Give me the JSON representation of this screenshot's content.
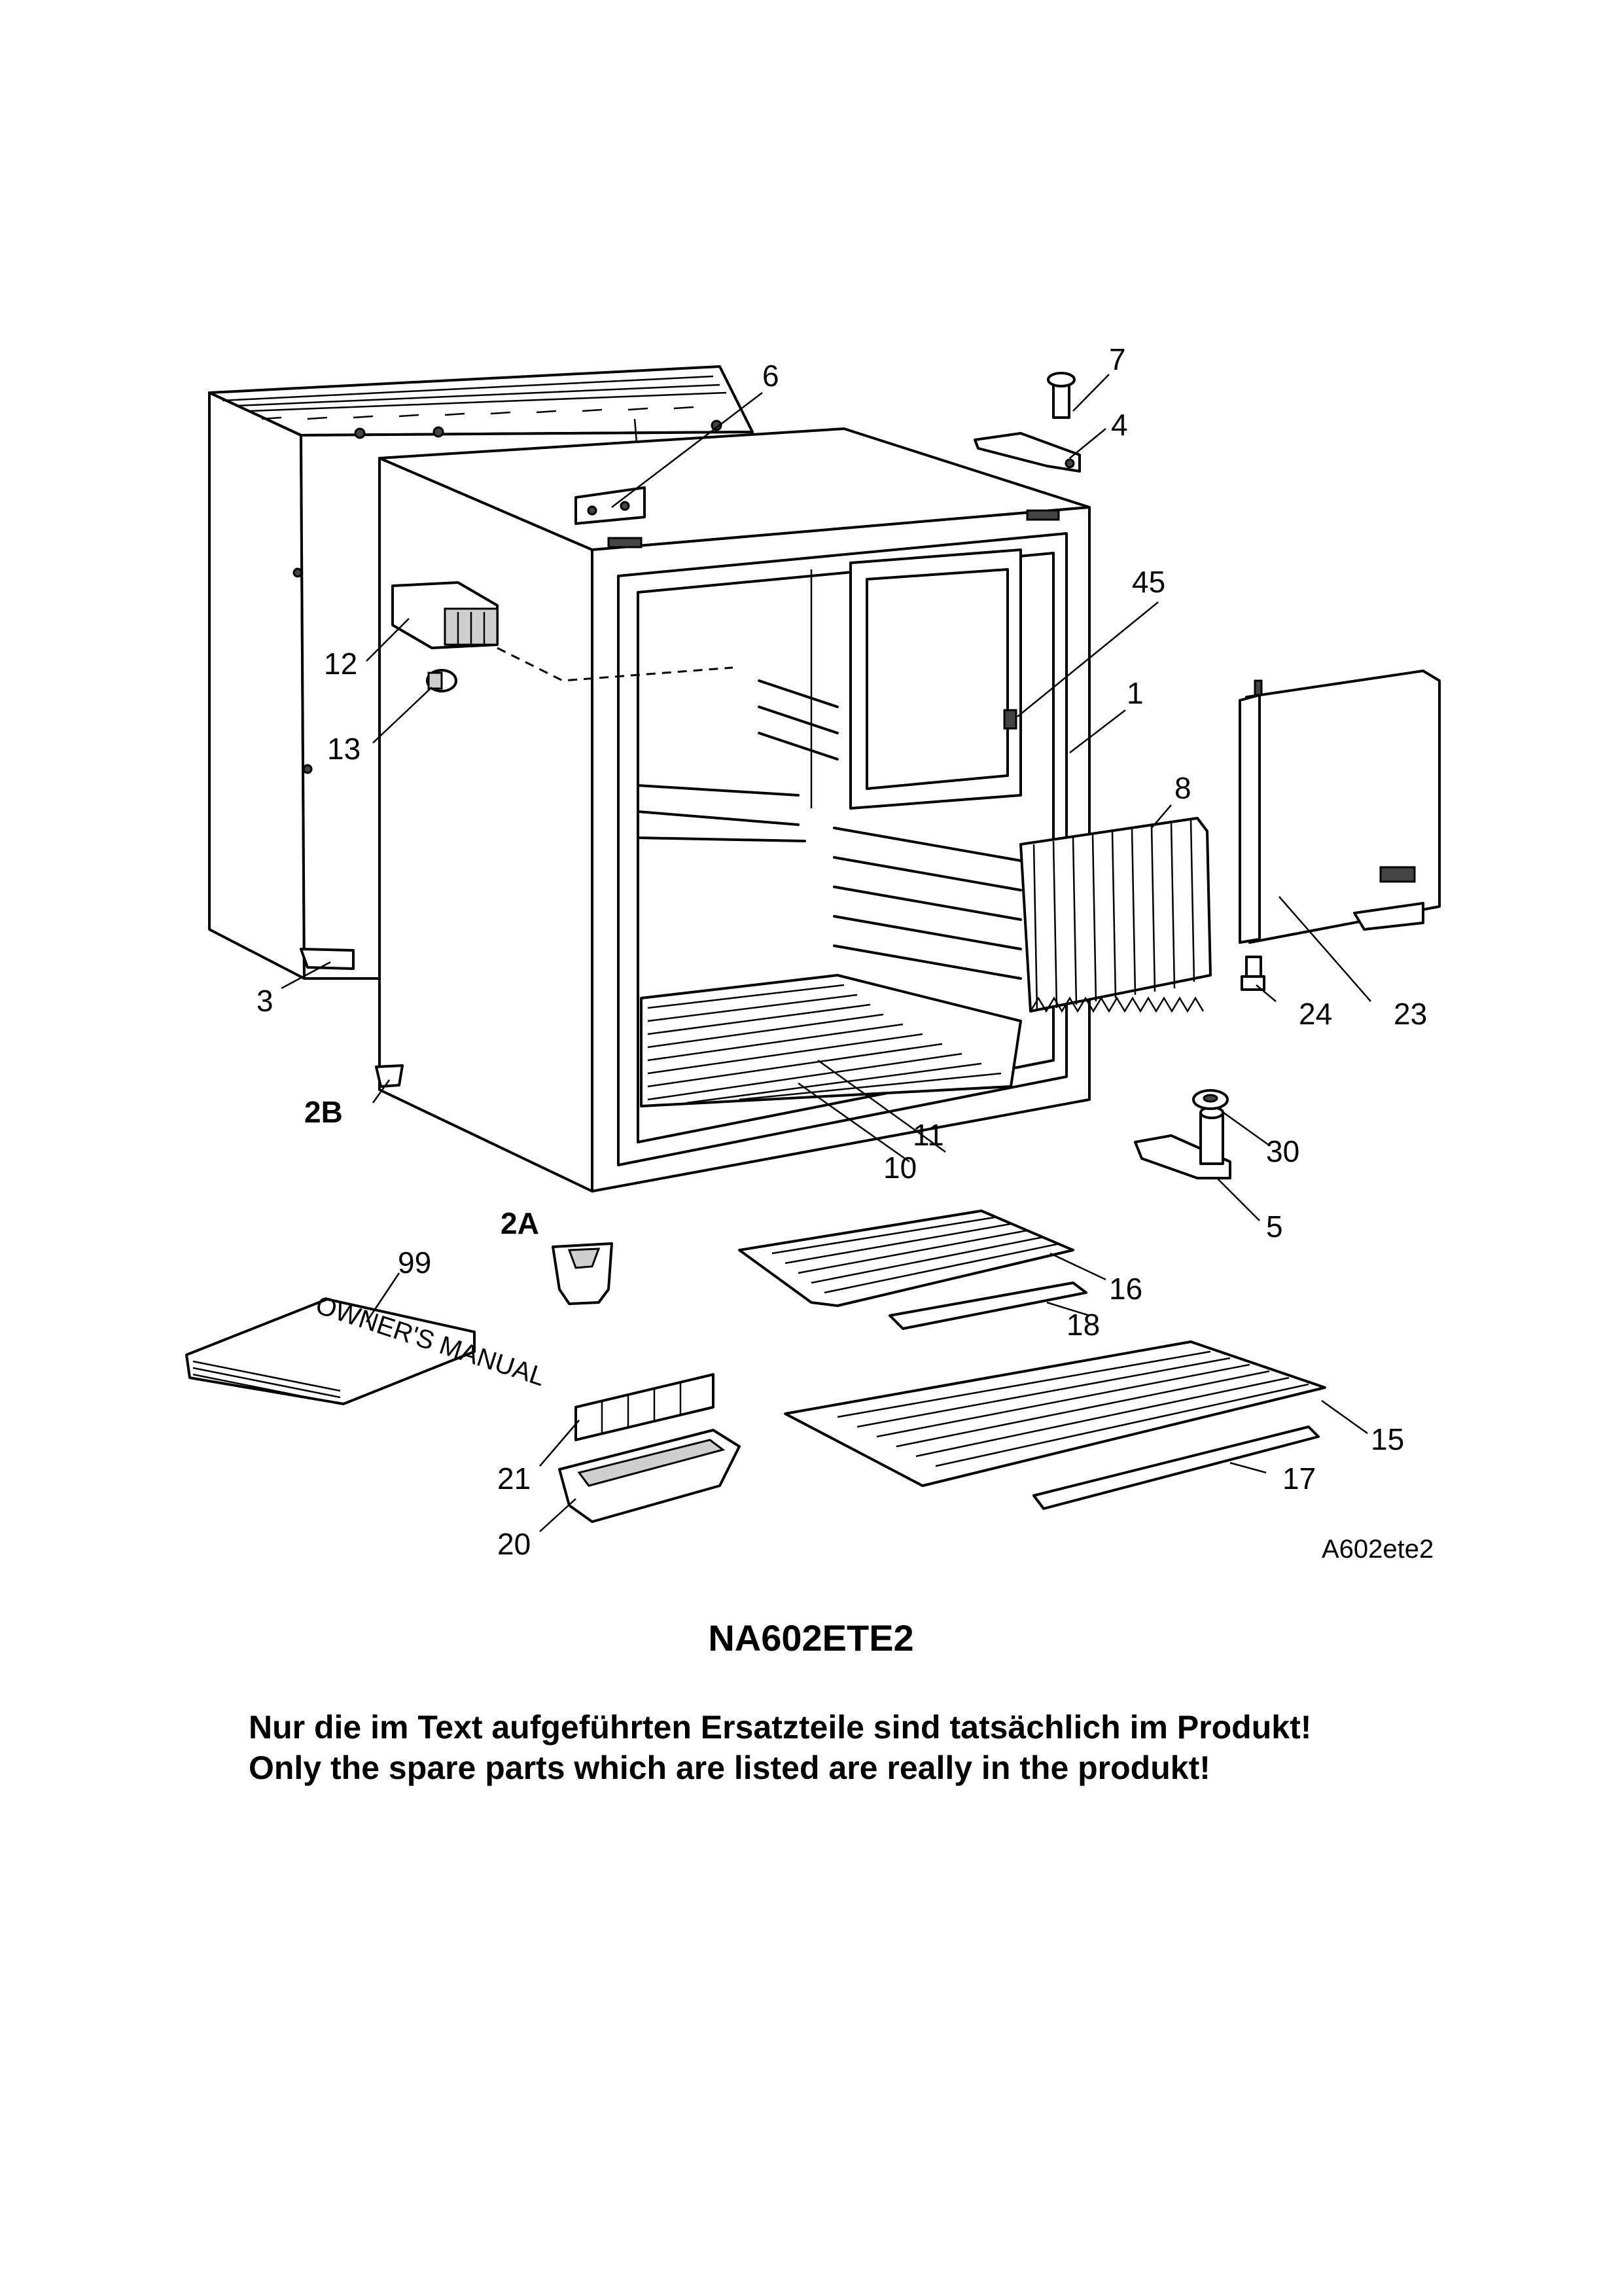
{
  "parts": {
    "p1": "1",
    "p2a": "2A",
    "p2b": "2B",
    "p3": "3",
    "p4": "4",
    "p5": "5",
    "p6": "6",
    "p7": "7",
    "p8": "8",
    "p10": "10",
    "p11": "11",
    "p12": "12",
    "p13": "13",
    "p15": "15",
    "p16": "16",
    "p17": "17",
    "p18": "18",
    "p20": "20",
    "p21": "21",
    "p23": "23",
    "p24": "24",
    "p30": "30",
    "p45": "45",
    "p99": "99"
  },
  "drawing_code": "A602ete2",
  "manual_cover": "OWNER'S MANUAL",
  "model": "NA602ETE2",
  "notes": {
    "de": "Nur die im Text aufgeführten Ersatzteile sind tatsächlich im Produkt!",
    "en": "Only the spare parts which are listed are really in the produkt!"
  }
}
